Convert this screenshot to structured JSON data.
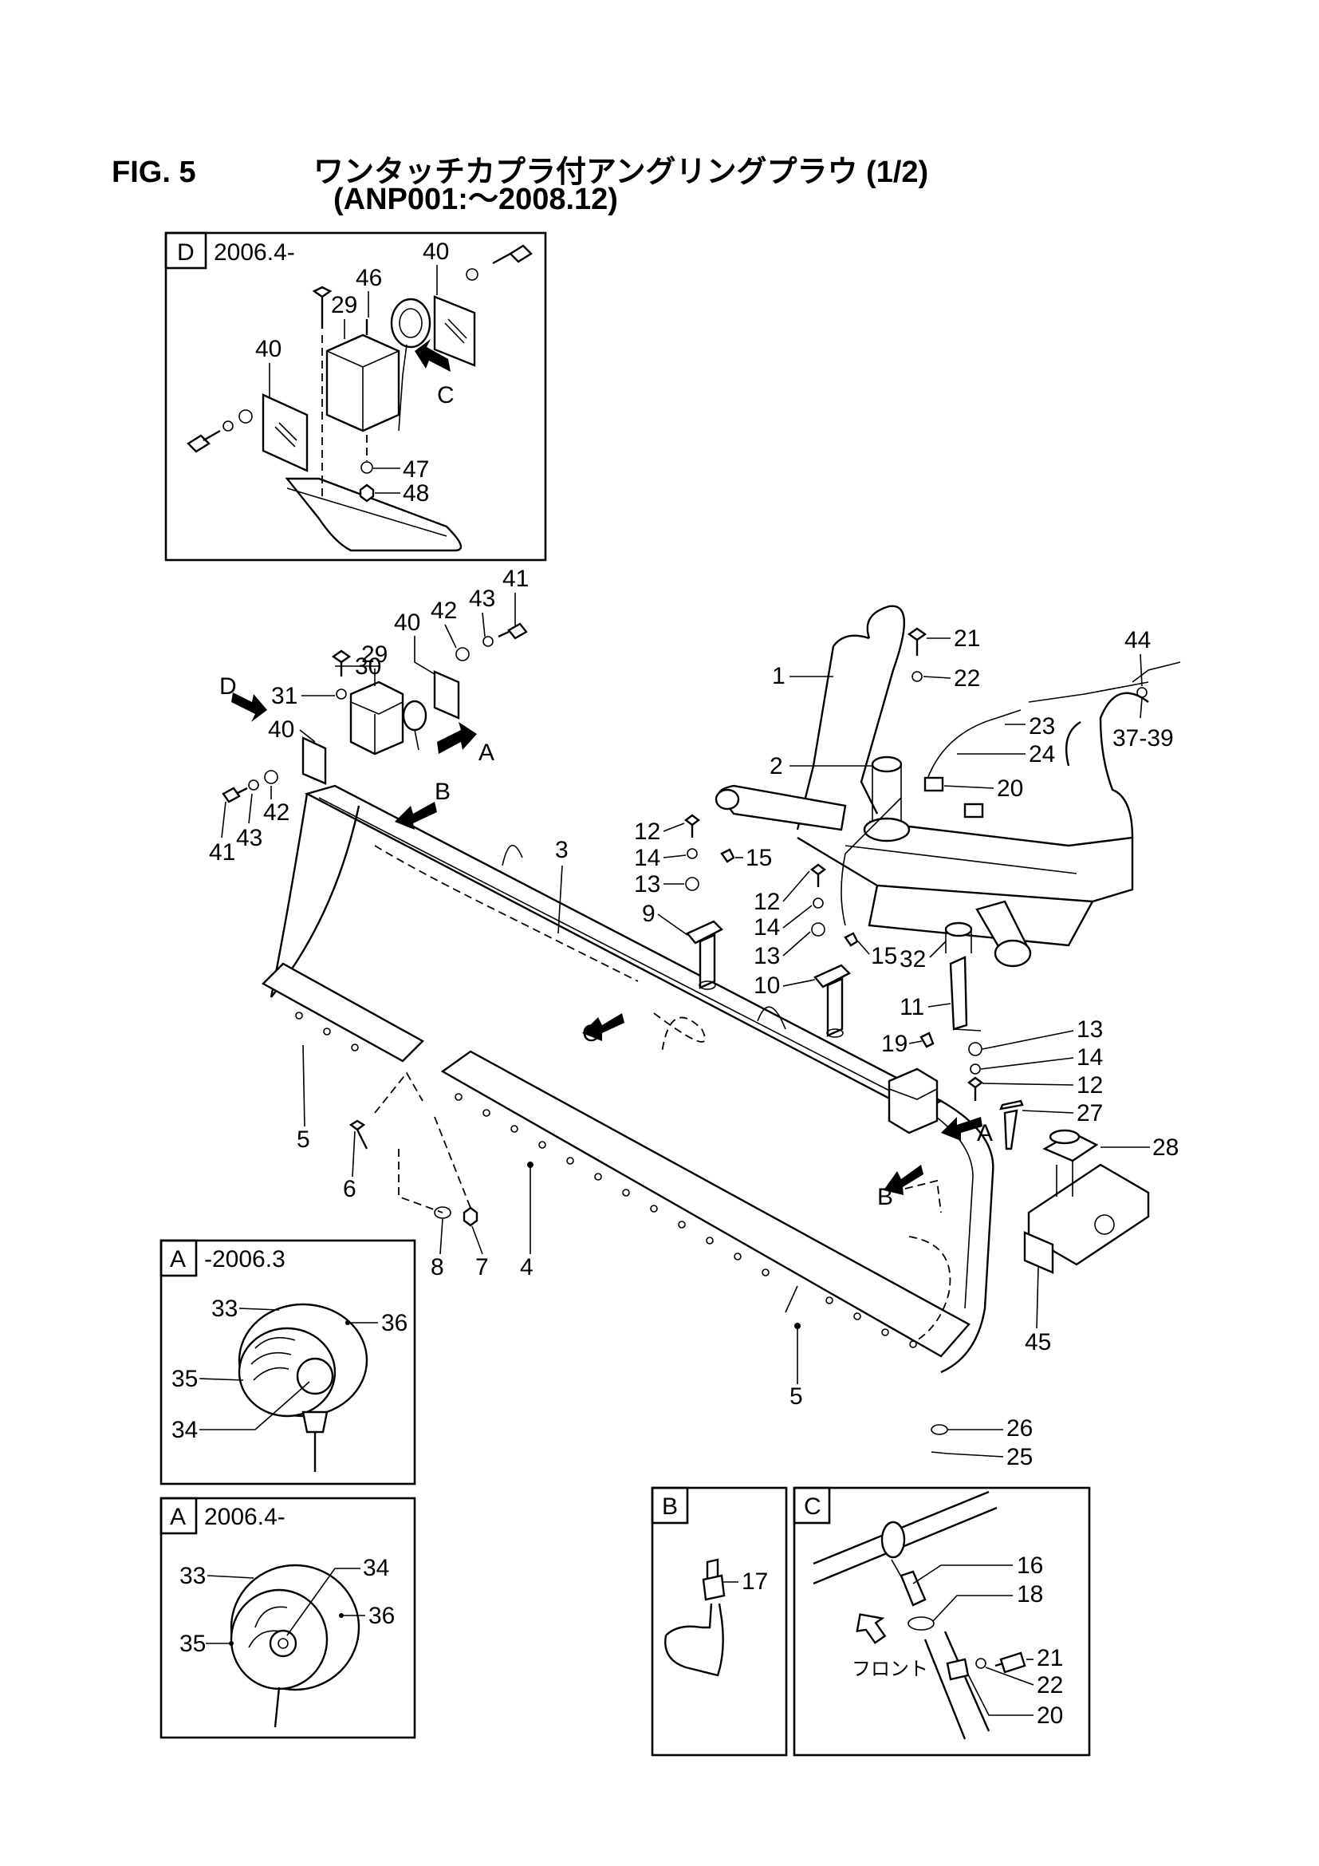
{
  "figure": {
    "number": "FIG. 5",
    "title": "ワンタッチカプラ付アングリングプラウ (1/2)",
    "subtitle": "(ANP001:～2008.12)"
  },
  "insets": {
    "D": {
      "tag": "D",
      "period": "2006.4-"
    },
    "A_old": {
      "tag": "A",
      "period": "-2006.3"
    },
    "A_new": {
      "tag": "A",
      "period": "2006.4-"
    },
    "B": {
      "tag": "B"
    },
    "C": {
      "tag": "C",
      "front_label": "フロント"
    }
  },
  "view_markers": {
    "A": "A",
    "B": "B",
    "C": "C",
    "D": "D"
  },
  "callouts": {
    "d_40a": "40",
    "d_46": "46",
    "d_29": "29",
    "d_40b": "40",
    "d_47": "47",
    "d_48": "48",
    "m_41a": "41",
    "m_43a": "43",
    "m_42a": "42",
    "m_40a": "40",
    "m_30": "30",
    "m_29": "29",
    "m_31": "31",
    "m_40b": "40",
    "m_42b": "42",
    "m_43b": "43",
    "m_41b": "41",
    "m_3": "3",
    "m_1": "1",
    "m_21": "21",
    "m_22": "22",
    "m_44": "44",
    "m_23": "23",
    "m_24": "24",
    "m_37_39": "37-39",
    "m_2": "2",
    "m_20": "20",
    "m_12a": "12",
    "m_14a": "14",
    "m_15a": "15",
    "m_13a": "13",
    "m_9": "9",
    "m_12b": "12",
    "m_14b": "14",
    "m_13b": "13",
    "m_15b": "15",
    "m_10": "10",
    "m_32": "32",
    "m_11": "11",
    "m_19": "19",
    "m_13c": "13",
    "m_14c": "14",
    "m_12c": "12",
    "m_27": "27",
    "m_28": "28",
    "m_5a": "5",
    "m_6": "6",
    "m_8": "8",
    "m_7": "7",
    "m_4": "4",
    "m_45": "45",
    "m_5b": "5",
    "m_26": "26",
    "m_25": "25",
    "a1_33": "33",
    "a1_36": "36",
    "a1_35": "35",
    "a1_34": "34",
    "a2_33": "33",
    "a2_34": "34",
    "a2_35": "35",
    "a2_36": "36",
    "b_17": "17",
    "c_16": "16",
    "c_18": "18",
    "c_21": "21",
    "c_22": "22",
    "c_20": "20"
  }
}
